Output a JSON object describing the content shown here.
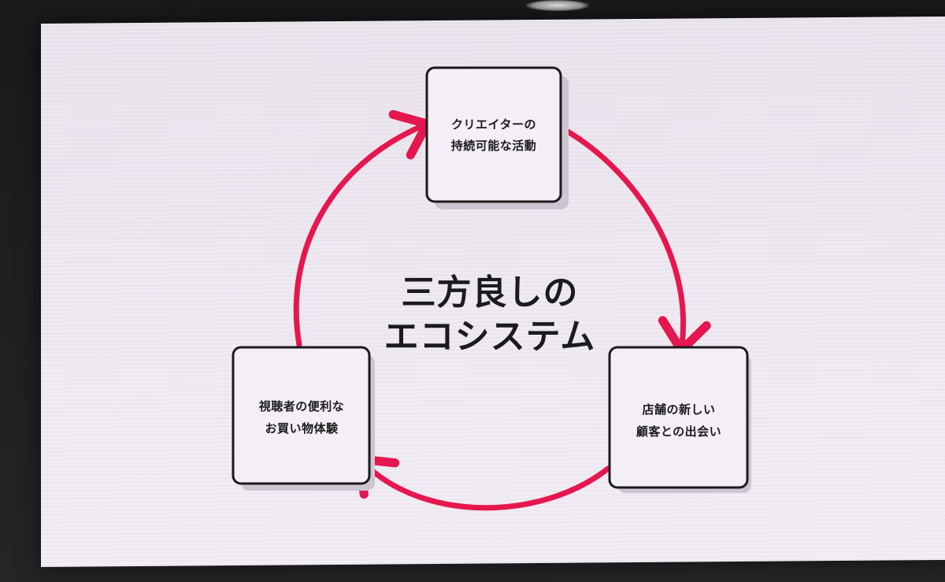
{
  "title": {
    "line1": "三方良しの",
    "line2": "エコシステム"
  },
  "nodes": {
    "creator": {
      "line1": "クリエイターの",
      "line2": "持続可能な活動"
    },
    "store": {
      "line1": "店舗の新しい",
      "line2": "顧客との出会い"
    },
    "viewer": {
      "line1": "視聴者の便利な",
      "line2": "お買い物体験"
    }
  },
  "colors": {
    "accent": "#e5174f",
    "box_fill": "#f4eef6",
    "box_stroke": "#1b1a1c",
    "shadow": "#cdc6d2"
  }
}
